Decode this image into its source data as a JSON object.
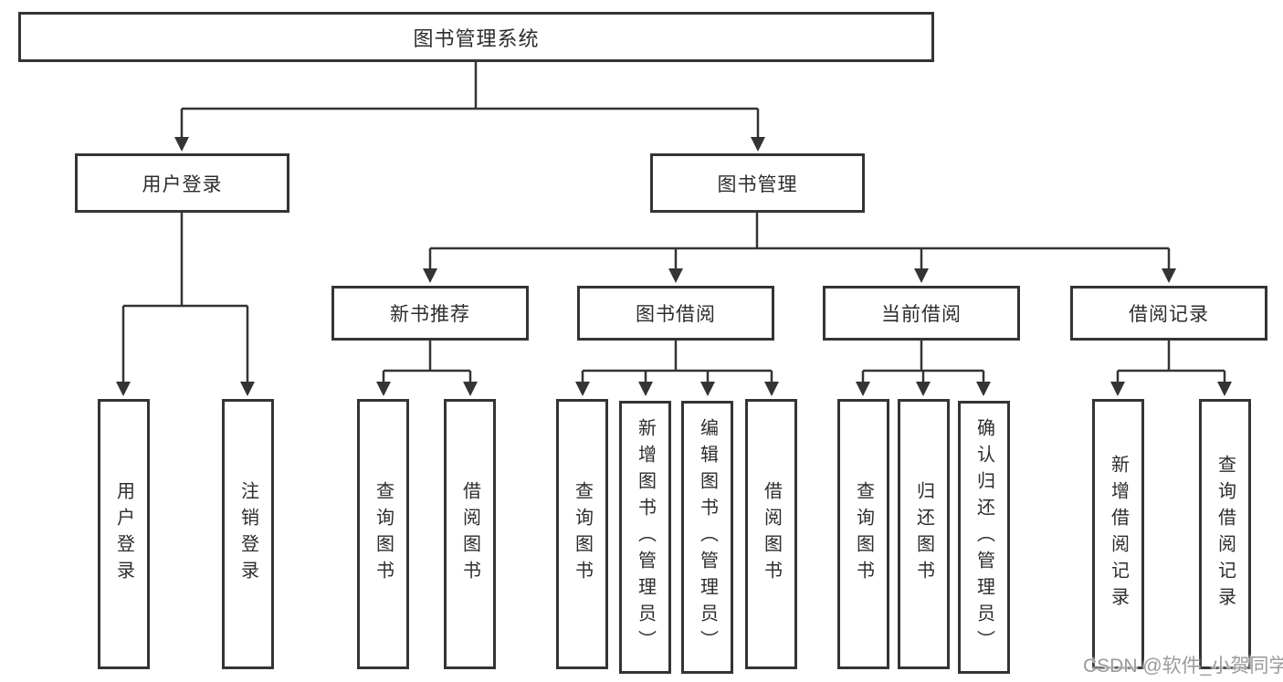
{
  "diagram": {
    "root": {
      "label": "图书管理系统"
    },
    "user_login": {
      "label": "用户登录",
      "children": [
        {
          "label": "用户登录"
        },
        {
          "label": "注销登录"
        }
      ]
    },
    "book_management": {
      "label": "图书管理",
      "sections": [
        {
          "label": "新书推荐",
          "children": [
            {
              "label": "查询图书"
            },
            {
              "label": "借阅图书"
            }
          ]
        },
        {
          "label": "图书借阅",
          "children": [
            {
              "label": "查询图书"
            },
            {
              "label": "新增图书（管理员）"
            },
            {
              "label": "编辑图书（管理员）"
            },
            {
              "label": "借阅图书"
            }
          ]
        },
        {
          "label": "当前借阅",
          "children": [
            {
              "label": "查询图书"
            },
            {
              "label": "归还图书"
            },
            {
              "label": "确认归还（管理员）"
            }
          ]
        },
        {
          "label": "借阅记录",
          "children": [
            {
              "label": "新增借阅记录"
            },
            {
              "label": "查询借阅记录"
            }
          ]
        }
      ]
    }
  },
  "watermark": {
    "text": "CSDN @软件_小贺同学"
  },
  "colors": {
    "background": "#ffffff",
    "line": "#343434",
    "box_border": "#343434",
    "box_fill": "#ffffff",
    "text": "#2d2d2d",
    "watermark_text": "#9b9b9b"
  }
}
